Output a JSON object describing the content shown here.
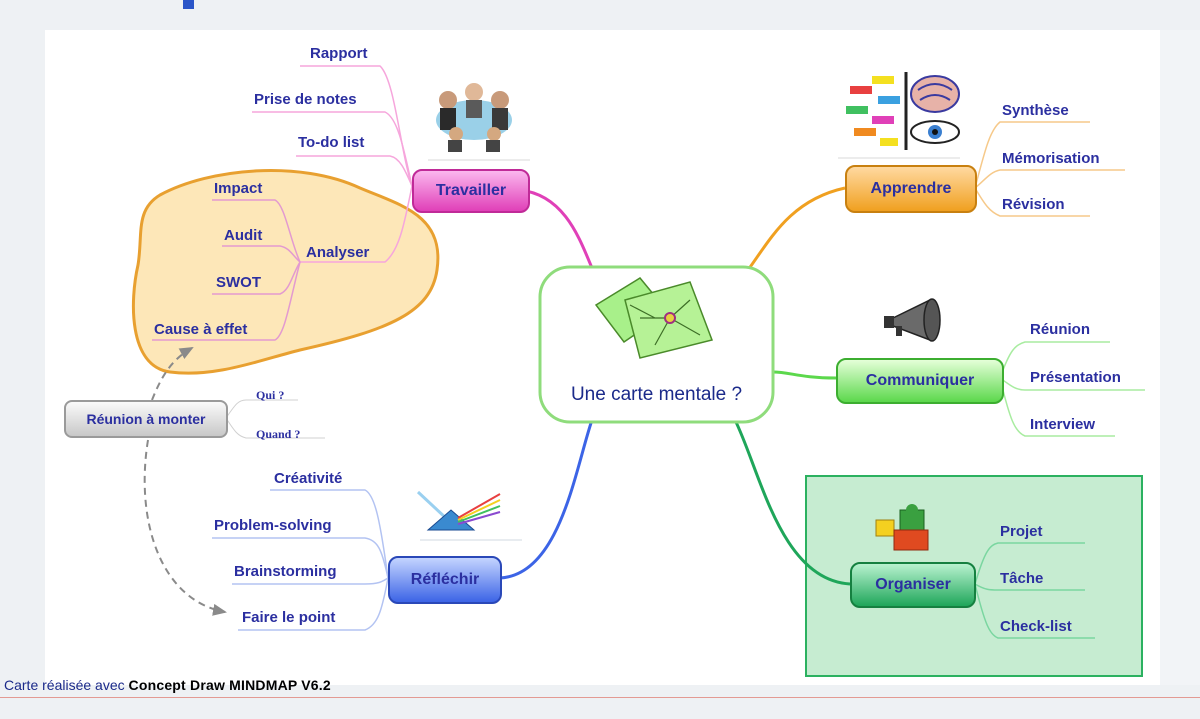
{
  "center": {
    "label": "Une carte mentale ?"
  },
  "branches": {
    "travailler": {
      "label": "Travailler",
      "items": [
        "Rapport",
        "Prise de notes",
        "To-do list"
      ]
    },
    "analyser": {
      "label": "Analyser",
      "items": [
        "Impact",
        "Audit",
        "SWOT",
        "Cause à effet"
      ]
    },
    "reunion": {
      "label": "Réunion à monter",
      "items": [
        "Qui ?",
        "Quand ?"
      ]
    },
    "reflechir": {
      "label": "Réfléchir",
      "items": [
        "Créativité",
        "Problem-solving",
        "Brainstorming",
        "Faire le point"
      ]
    },
    "apprendre": {
      "label": "Apprendre",
      "items": [
        "Synthèse",
        "Mémorisation",
        "Révision"
      ]
    },
    "communiquer": {
      "label": "Communiquer",
      "items": [
        "Réunion",
        "Présentation",
        "Interview"
      ]
    },
    "organiser": {
      "label": "Organiser",
      "items": [
        "Projet",
        "Tâche",
        "Check-list"
      ]
    }
  },
  "colors": {
    "travailler": "#e040b8",
    "analyser": "#e8a030",
    "reflechir": "#3c64e6",
    "apprendre": "#f0a020",
    "communiquer": "#5cd84c",
    "organiser": "#1fa65a",
    "center": "#8fdc7c"
  },
  "footer": {
    "prefix": "Carte réalisée avec ",
    "product": "Concept Draw MINDMAP V6.2"
  }
}
